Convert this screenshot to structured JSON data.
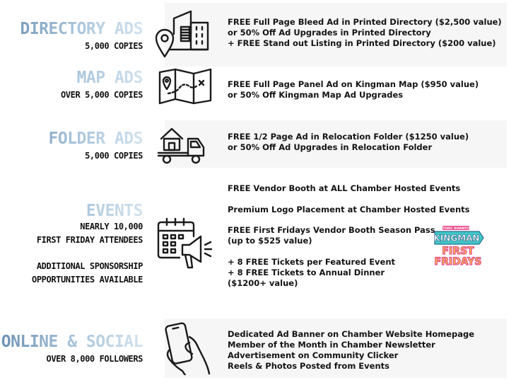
{
  "sections": {
    "directory": {
      "heading": "DIRECTORY ADS",
      "subs": [
        "5,000 COPIES"
      ],
      "lines": [
        "FREE Full Page Bleed Ad in Printed Directory ($2,500 value)",
        "or 50% Off Ad Upgrades in Printed Directory",
        "+ FREE Stand out Listing in Printed Directory ($200 value)"
      ],
      "icon": "building-location-icon"
    },
    "map": {
      "heading": "MAP ADS",
      "subs": [
        "OVER 5,000 COPIES"
      ],
      "lines": [
        "FREE Full Page Panel Ad on Kingman Map ($950 value)",
        "or 50% Off Kingman Map Ad Upgrades"
      ],
      "icon": "folded-map-icon"
    },
    "folder": {
      "heading": "FOLDER ADS",
      "subs": [
        "5,000 COPIES"
      ],
      "lines": [
        "FREE 1/2 Page Ad in Relocation Folder ($1250 value)",
        "or 50% Off Ad Upgrades in Relocation Folder"
      ],
      "icon": "moving-truck-icon"
    },
    "events": {
      "heading": "EVENTS",
      "subs": [
        "NEARLY 10,000",
        "FIRST FRIDAY ATTENDEES",
        "ADDITIONAL SPONSORSHIP",
        "OPPORTUNITIES AVAILABLE"
      ],
      "lines": [
        "FREE Vendor Booth at ALL Chamber Hosted Events",
        "Premium Logo Placement at Chamber Hosted Events",
        "FREE First Fridays Vendor Booth Season Pass",
        "(up to $525 value)",
        "+ 8 FREE Tickets per Featured Event",
        "+ 8 FREE Tickets to Annual Dinner",
        "($1200+ value)"
      ],
      "icon": "calendar-megaphone-icon",
      "logo": {
        "top": "HISTORIC DOWNTOWN",
        "middle": "KINGMAN",
        "bottom1": "FIRST",
        "bottom2": "FRIDAYS"
      }
    },
    "online": {
      "heading": "ONLINE & SOCIAL",
      "subs": [
        "OVER 8,000 FOLLOWERS"
      ],
      "lines": [
        "Dedicated Ad Banner on Chamber Website Homepage",
        "Member of the Month in Chamber Newsletter",
        "Advertisement on Community Clicker",
        "Reels & Photos Posted from Events"
      ],
      "icon": "hand-phone-icon"
    }
  },
  "colors": {
    "heading_gradient": [
      "#6c91b3",
      "#d2e2ee"
    ],
    "panel": "#f6f6f6",
    "logo_teal": "#3fc7c7",
    "logo_pink": "#e64a8c",
    "logo_yellow": "#f7c948"
  }
}
